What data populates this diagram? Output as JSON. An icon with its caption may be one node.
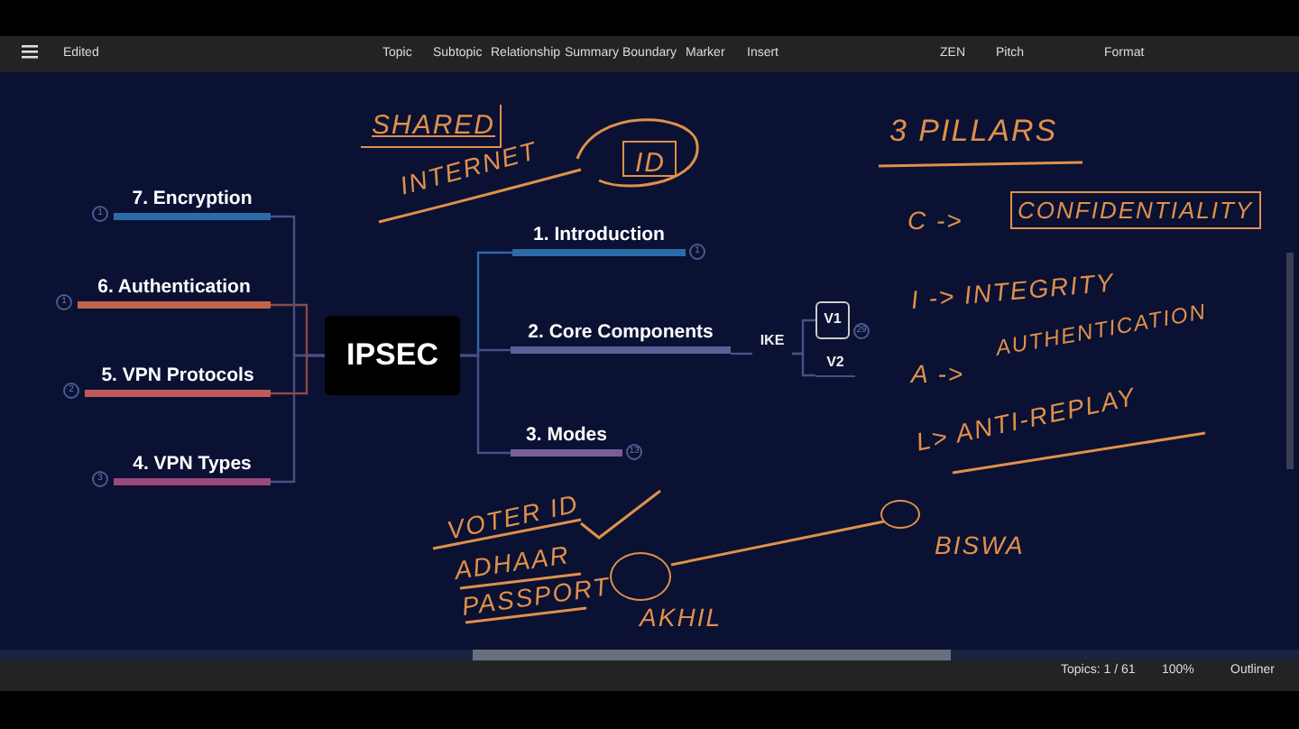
{
  "diagram": {
    "nodes": [
      {
        "text": [
          "IPSEC"
        ]
      },
      {
        "text": [
          "1. Introduction"
        ],
        "beside": [
          "1"
        ]
      },
      {
        "text": [
          "2. Core Components"
        ]
      },
      {
        "text": [
          "3. Modes"
        ],
        "beside": [
          "13"
        ]
      },
      {
        "text": [
          "4. VPN Types"
        ],
        "beside": [
          "3"
        ]
      },
      {
        "text": [
          "5. VPN Protocols"
        ],
        "beside": [
          "2"
        ]
      },
      {
        "text": [
          "6. Authentication"
        ],
        "beside": [
          "1"
        ]
      },
      {
        "text": [
          "7. Encryption"
        ],
        "beside": [
          "1"
        ]
      },
      {
        "text": [
          "IKE"
        ]
      },
      {
        "text": [
          "V1"
        ],
        "beside": [
          "29"
        ]
      },
      {
        "text": [
          "V2"
        ]
      },
      {
        "text": [
          "SHARED"
        ]
      },
      {
        "text": [
          "ID"
        ]
      },
      {
        "text": [
          "CONFIDENTIALITY"
        ]
      },
      {
        "text": [
          "AKHIL"
        ]
      },
      {
        "text": [
          "BISWA"
        ]
      }
    ],
    "edges": [
      {
        "from": 0,
        "to": 1,
        "arrow": "none",
        "color": "#2d6aa8"
      },
      {
        "from": 0,
        "to": 2,
        "arrow": "none",
        "color": "#4a4f85"
      },
      {
        "from": 0,
        "to": 3,
        "arrow": "none",
        "color": "#4a4f85"
      },
      {
        "from": 0,
        "to": 4,
        "arrow": "none",
        "color": "#4a4f85"
      },
      {
        "from": 0,
        "to": 5,
        "arrow": "none",
        "color": "#8a4a4a"
      },
      {
        "from": 0,
        "to": 6,
        "arrow": "none",
        "color": "#8a4a4a"
      },
      {
        "from": 0,
        "to": 7,
        "arrow": "none",
        "color": "#4a4f85"
      },
      {
        "from": 2,
        "to": 8,
        "arrow": "none",
        "color": "#4a4f85"
      },
      {
        "from": 8,
        "to": 9,
        "arrow": "none",
        "color": "#4a4f85"
      },
      {
        "from": 8,
        "to": 10,
        "arrow": "none",
        "color": "#4a4f85"
      },
      {
        "from": 14,
        "to": 15,
        "arrow": "none",
        "color": "#e0904a"
      }
    ],
    "labels": [
      "Edited",
      "Topic",
      "Subtopic",
      "Relationship",
      "Summary",
      "Boundary",
      "Marker",
      "Insert",
      "ZEN",
      "Pitch",
      "Format",
      "INTERNET",
      "3 PILLARS",
      "C ->",
      "I -> INTEGRITY",
      "A ->",
      "AUTHENTICATION",
      "L> ANTI-REPLAY",
      "VOTER ID",
      "ADHAAR",
      "PASSPORT",
      "Topics: 1 / 61",
      "100%",
      "Outliner"
    ]
  }
}
